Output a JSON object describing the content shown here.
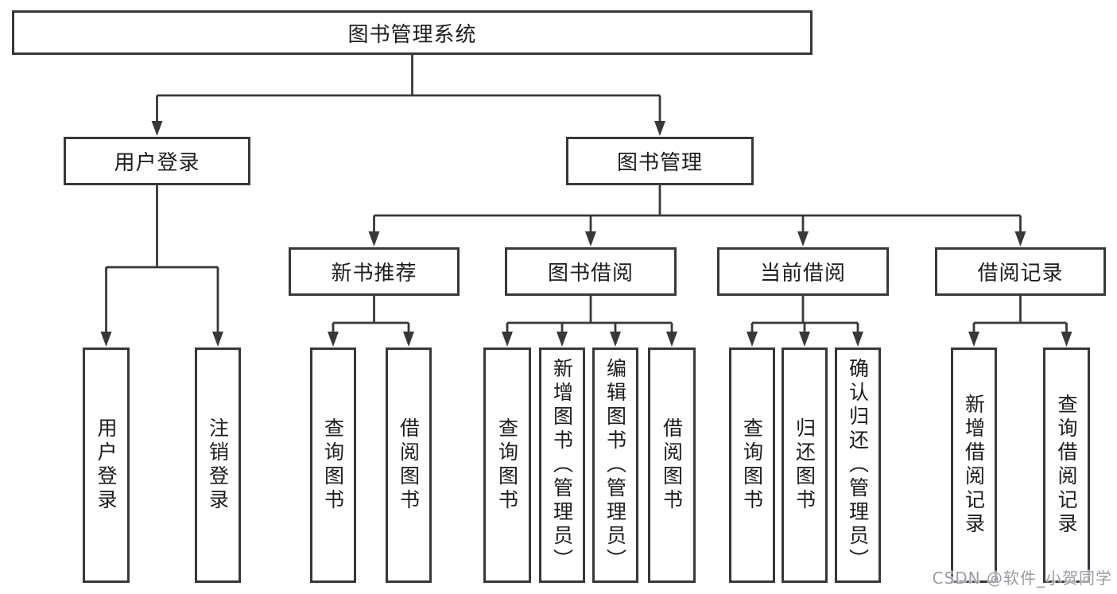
{
  "diagram": {
    "title_node": {
      "label": "图书管理系统"
    },
    "level2": [
      {
        "label": "用户登录"
      },
      {
        "label": "图书管理"
      }
    ],
    "level3": [
      {
        "label": "新书推荐"
      },
      {
        "label": "图书借阅"
      },
      {
        "label": "当前借阅"
      },
      {
        "label": "借阅记录"
      }
    ],
    "leaves": [
      {
        "label": "用户登录"
      },
      {
        "label": "注销登录"
      },
      {
        "label": "查询图书"
      },
      {
        "label": "借阅图书"
      },
      {
        "label": "查询图书"
      },
      {
        "label": "新增图书（管理员）"
      },
      {
        "label": "编辑图书（管理员）"
      },
      {
        "label": "借阅图书"
      },
      {
        "label": "查询图书"
      },
      {
        "label": "归还图书"
      },
      {
        "label": "确认归还（管理员）"
      },
      {
        "label": "新增借阅记录"
      },
      {
        "label": "查询借阅记录"
      }
    ],
    "colors": {
      "line": "#383838",
      "text": "#1c1c1c",
      "background": "#ffffff"
    }
  },
  "watermark": {
    "text": "CSDN @软件_小贺同学",
    "color": "#9b9ba3"
  }
}
